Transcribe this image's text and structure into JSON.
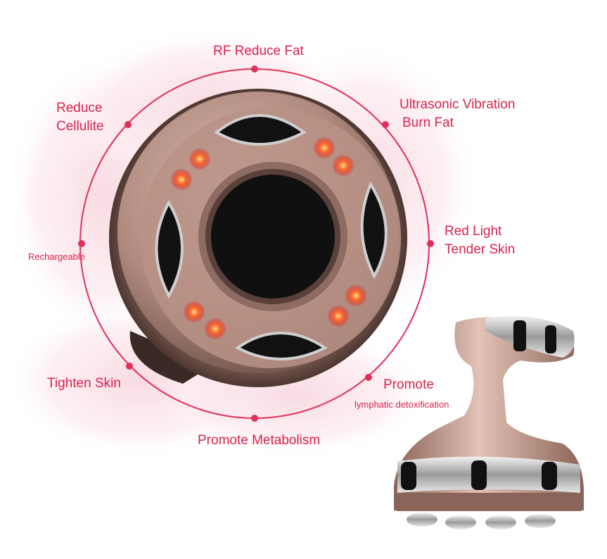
{
  "labels": {
    "top": "RF Reduce Fat",
    "reduce_cellulite": [
      "Reduce",
      "Cellulite"
    ],
    "ultrasonic": [
      "Ultrasonic Vibration",
      "Burn Fat"
    ],
    "red_light": [
      "Red Light",
      "Tender Skin"
    ],
    "rechargeable": "Rechargeable",
    "tighten_skin": "Tighten Skin",
    "promote": "Promote",
    "lymphatic": "lymphatic detoxification",
    "metabolism": "Promote Metabolism"
  },
  "colors": {
    "accent": "#d8234f",
    "device_body": "#b08a7e",
    "led": "#ff3b2a",
    "pad": "#111111"
  }
}
